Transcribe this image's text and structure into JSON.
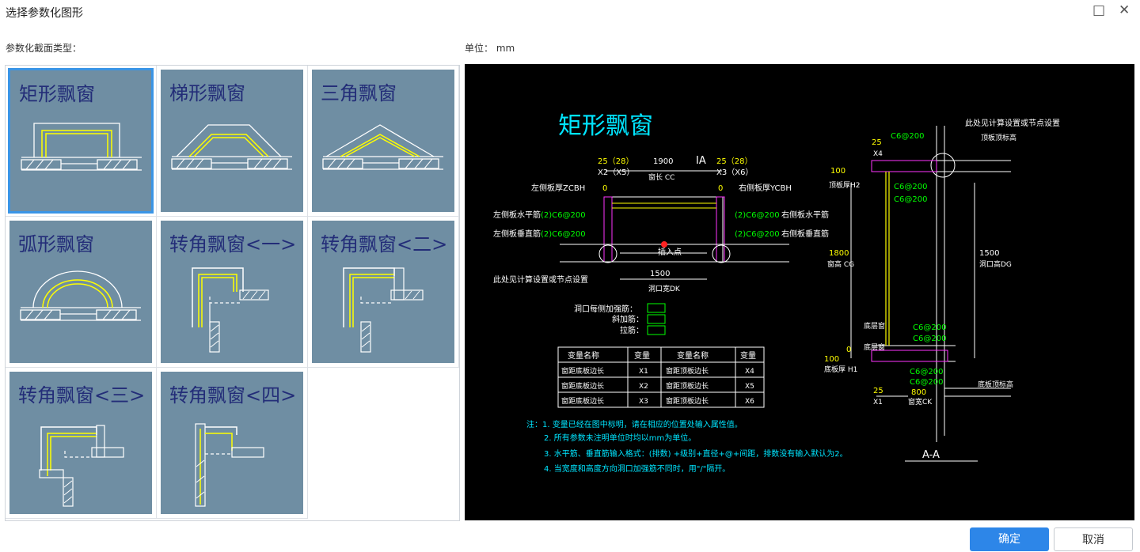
{
  "window": {
    "title": "选择参数化图形",
    "maximize_icon": "□",
    "close_icon": "✕"
  },
  "labels": {
    "section_type": "参数化截面类型：",
    "unit": "单位：  mm"
  },
  "gallery": {
    "items": [
      {
        "label": "矩形飘窗",
        "selected": true
      },
      {
        "label": "梯形飘窗"
      },
      {
        "label": "三角飘窗"
      },
      {
        "label": "弧形飘窗"
      },
      {
        "label": "转角飘窗<一>"
      },
      {
        "label": "转角飘窗<二>"
      },
      {
        "label": "转角飘窗<三>"
      },
      {
        "label": "转角飘窗<四>"
      }
    ]
  },
  "preview": {
    "title": "矩形飘窗",
    "t_25a": "25（28）",
    "t_x2x5": "X2（X5）",
    "t_1900": "1900",
    "t_cc": "窗长 CC",
    "t_ia": "IA",
    "t_25b": "25（28）",
    "t_x3x6": "X3（X6）",
    "t_left_thick": "左侧板厚ZCBH",
    "t_zero1": "0",
    "t_zero2": "0",
    "t_right_thick": "右侧板厚YCBH",
    "t_left_h": "左侧板水平筋",
    "t_left_h_val": "(2)C6@200",
    "t_right_h_val": "(2)C6@200",
    "t_right_h": "右侧板水平筋",
    "t_left_v": "左侧板垂直筋",
    "t_left_v_val": "(2)C6@200",
    "t_right_v_val": "(2)C6@200",
    "t_right_v": "右侧板垂直筋",
    "t_insert": "插入点",
    "t_calc": "此处见计算设置或节点设置",
    "t_1500": "1500",
    "t_dk": "洞口宽DK",
    "t_dong": "洞口每侧加强筋：",
    "t_xie": "斜加筋：",
    "t_la": "拉筋：",
    "table": {
      "headers": [
        "变量名称",
        "变量",
        "变量名称",
        "变量"
      ],
      "rows": [
        [
          "窗距底板边长",
          "X1",
          "窗距顶板边长",
          "X4"
        ],
        [
          "窗距底板边长",
          "X2",
          "窗距顶板边长",
          "X5"
        ],
        [
          "窗距底板边长",
          "X3",
          "窗距顶板边长",
          "X6"
        ]
      ]
    },
    "notes": [
      "注：1. 变量已经在图中标明，请在相应的位置处输入属性值。",
      "2. 所有参数未注明单位时均以mm为单位。",
      "3. 水平筋、垂直筋输入格式：(排数) +级别+直径+@+间距，排数没有输入默认为2。",
      "4. 当宽度和高度方向洞口加强筋不同时，用\"/\"隔开。"
    ],
    "section": {
      "t_calc": "此处见计算设置或节点设置",
      "t_c1": "C6@200",
      "t_25": "25",
      "t_x4": "X4",
      "t_top_elev": "顶板顶标高",
      "t_100a": "100",
      "t_h2": "顶板厚H2",
      "t_c2": "C6@200",
      "t_c3": "C6@200",
      "t_1800": "1800",
      "t_cg": "窗高 CG",
      "t_1500": "1500",
      "t_dg": "洞口高DG",
      "t_dyc": "底层窗",
      "t_c4": "C6@200",
      "t_c5": "C6@200",
      "t_dcd": "底层窗",
      "t_zero": "0",
      "t_100b": "100",
      "t_h1": "底板厚 H1",
      "t_c6": "C6@200",
      "t_c7": "C6@200",
      "t_bot_elev": "底板顶标高",
      "t_25b": "25",
      "t_800": "800",
      "t_x1": "X1",
      "t_ck": "窗宽CK",
      "t_aa": "A-A"
    }
  },
  "buttons": {
    "ok": "确定",
    "cancel": "取消"
  },
  "colors": {
    "tile_bg": "#6f8ea3",
    "tile_label": "#232d78",
    "selection": "#3a95e6",
    "cad_cyan": "#00e5ff",
    "cad_green": "#00ff00",
    "cad_yellow": "#ffff00",
    "cad_magenta": "#ff33ff"
  }
}
